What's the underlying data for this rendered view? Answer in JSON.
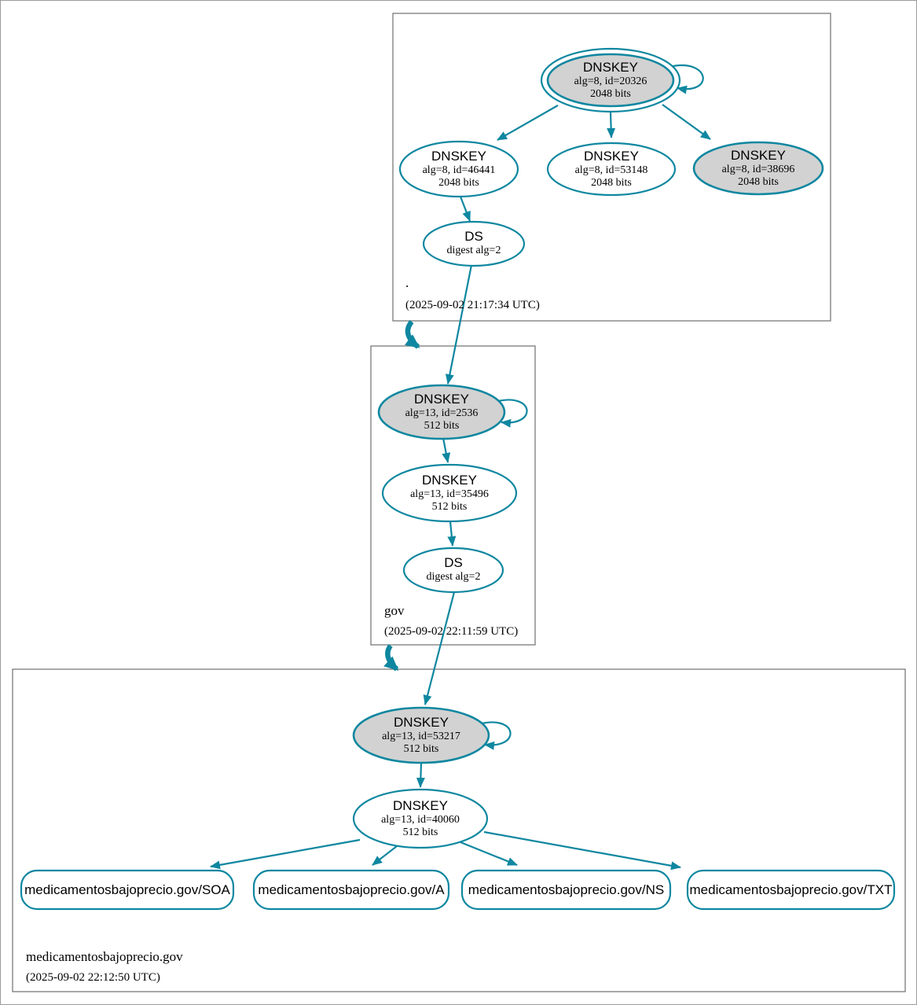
{
  "colors": {
    "edge_teal": "#0f87a0",
    "ksk_fill": "#d2d2d2",
    "box_border": "#6f6f6f"
  },
  "zones": {
    "root": {
      "label": ".",
      "timestamp": "(2025-09-02 21:17:34 UTC)",
      "ksk": {
        "title": "DNSKEY",
        "alg": "alg=8, id=20326",
        "bits": "2048 bits"
      },
      "zsk1": {
        "title": "DNSKEY",
        "alg": "alg=8, id=46441",
        "bits": "2048 bits"
      },
      "zsk2": {
        "title": "DNSKEY",
        "alg": "alg=8, id=53148",
        "bits": "2048 bits"
      },
      "ksk2": {
        "title": "DNSKEY",
        "alg": "alg=8, id=38696",
        "bits": "2048 bits"
      },
      "ds": {
        "title": "DS",
        "digest": "digest alg=2"
      }
    },
    "gov": {
      "label": "gov",
      "timestamp": "(2025-09-02 22:11:59 UTC)",
      "ksk": {
        "title": "DNSKEY",
        "alg": "alg=13, id=2536",
        "bits": "512 bits"
      },
      "zsk": {
        "title": "DNSKEY",
        "alg": "alg=13, id=35496",
        "bits": "512 bits"
      },
      "ds": {
        "title": "DS",
        "digest": "digest alg=2"
      }
    },
    "domain": {
      "label": "medicamentosbajoprecio.gov",
      "timestamp": "(2025-09-02 22:12:50 UTC)",
      "ksk": {
        "title": "DNSKEY",
        "alg": "alg=13, id=53217",
        "bits": "512 bits"
      },
      "zsk": {
        "title": "DNSKEY",
        "alg": "alg=13, id=40060",
        "bits": "512 bits"
      },
      "rrsets": [
        {
          "label": "medicamentosbajoprecio.gov/SOA"
        },
        {
          "label": "medicamentosbajoprecio.gov/A"
        },
        {
          "label": "medicamentosbajoprecio.gov/NS"
        },
        {
          "label": "medicamentosbajoprecio.gov/TXT"
        }
      ]
    }
  }
}
